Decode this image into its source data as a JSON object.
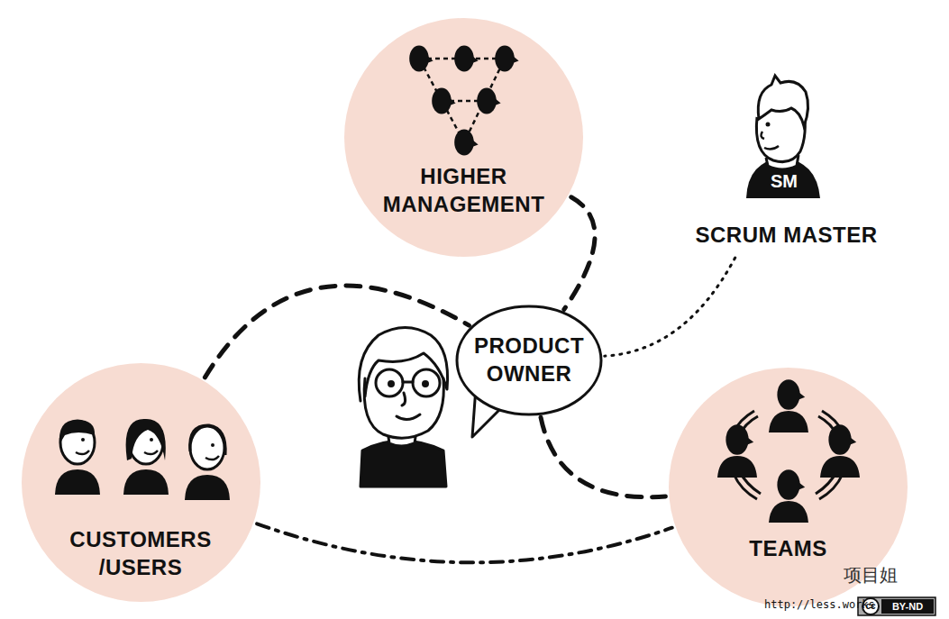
{
  "diagram": {
    "nodes": [
      {
        "text": [
          "HIGHER MANAGEMENT"
        ]
      },
      {
        "text": [
          "SCRUM MASTER"
        ]
      },
      {
        "text": [
          "PRODUCT OWNER"
        ]
      },
      {
        "text": [
          "CUSTOMERS /USERS"
        ]
      },
      {
        "text": [
          "TEAMS"
        ]
      }
    ],
    "edges": [
      {
        "from": 0,
        "to": 2,
        "arrow": "none"
      },
      {
        "from": 1,
        "to": 2,
        "arrow": "none"
      },
      {
        "from": 3,
        "to": 2,
        "arrow": "none"
      },
      {
        "from": 2,
        "to": 4,
        "arrow": "none"
      },
      {
        "from": 3,
        "to": 4,
        "arrow": "none"
      }
    ],
    "labels": [
      "SM",
      "项目姐",
      "http://less.works",
      "cc",
      "BY-ND"
    ]
  }
}
